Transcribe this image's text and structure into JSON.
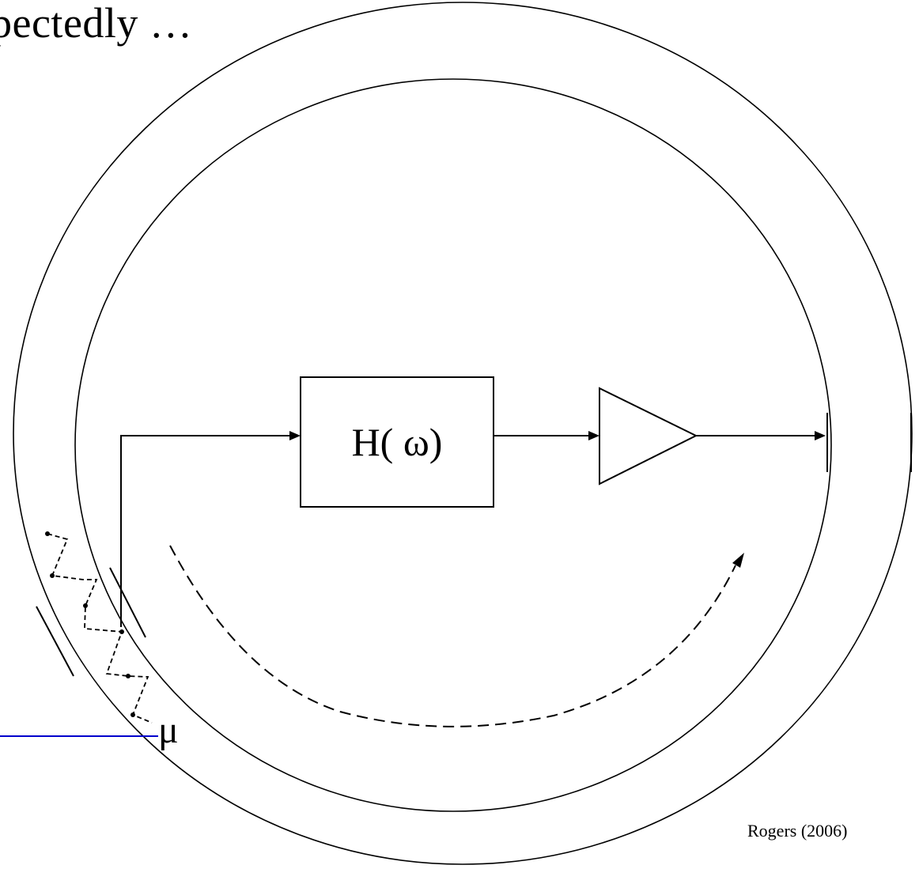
{
  "title": "pectedly …",
  "filter_label": "H( ω)",
  "particle_label": "μ",
  "credit": "Rogers (2006)",
  "colors": {
    "stroke": "#000000",
    "beam_line": "#0000cc",
    "background": "#ffffff"
  },
  "icons": {
    "amplifier": "triangle-amplifier-icon",
    "kicker": "kicker-plates-icon",
    "pickup": "pickup-plates-icon"
  }
}
